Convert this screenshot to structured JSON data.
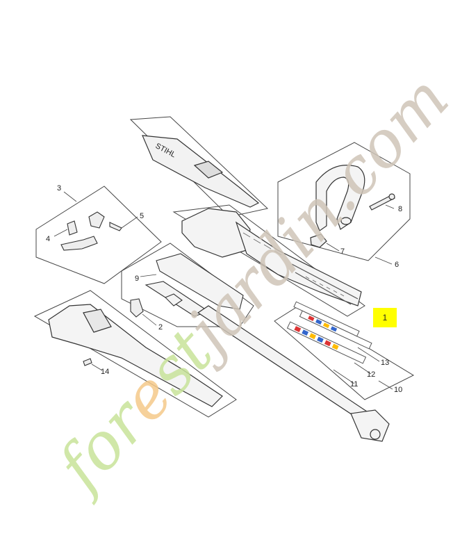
{
  "diagram": {
    "brand_lettering": "STIHL",
    "labels": {
      "l1": "1",
      "l2": "2",
      "l3": "3",
      "l4": "4",
      "l5": "5",
      "l6": "6",
      "l7": "7",
      "l8": "8",
      "l9": "9",
      "l10": "10",
      "l11": "11",
      "l12": "12",
      "l13": "13",
      "l14": "14"
    },
    "highlight_color": "#ffff00"
  },
  "watermark": {
    "text": "forestjardin.com",
    "colors": {
      "green": "#c8e39a",
      "orange": "#f5c98a",
      "gray": "#cfc5b8"
    }
  }
}
